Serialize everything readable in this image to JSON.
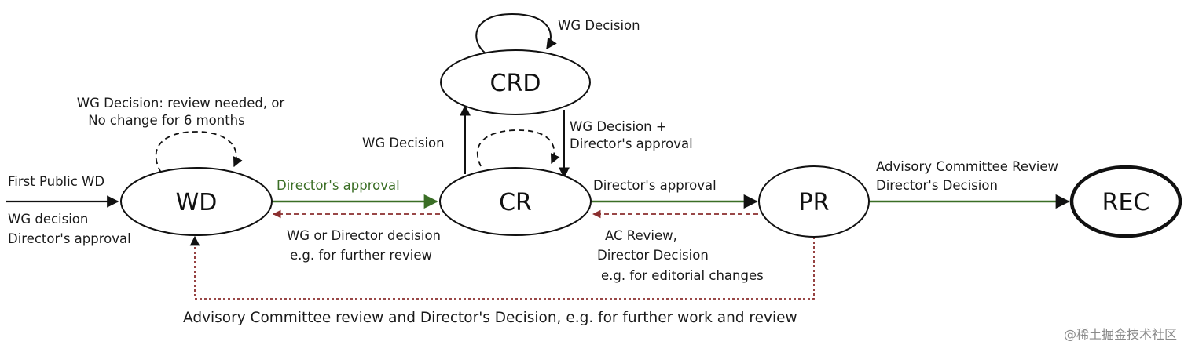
{
  "nodes": {
    "wd": "WD",
    "cr": "CR",
    "crd": "CRD",
    "pr": "PR",
    "rec": "REC"
  },
  "labels": {
    "first_public_wd": "First Public WD",
    "wg_decision_line1": "WG decision",
    "wg_decision_line2": "Director's approval",
    "wd_loop_line1": "WG Decision: review needed, or",
    "wd_loop_line2": "No change for 6 months",
    "wd_to_cr": "Director's approval",
    "cr_to_wd_line1": "WG or Director decision",
    "cr_to_wd_line2": "e.g. for further review",
    "crd_loop": "WG Decision",
    "cr_to_crd": "WG Decision",
    "crd_to_cr_line1": "WG Decision +",
    "crd_to_cr_line2": "Director's approval",
    "cr_to_pr": "Director's approval",
    "pr_to_cr_line1": "AC Review,",
    "pr_to_cr_line2": "Director Decision",
    "pr_to_cr_line3": "e.g. for editorial changes",
    "pr_to_rec_line1": "Advisory Committee Review",
    "pr_to_rec_line2": "Director's Decision",
    "pr_to_wd": "Advisory Committee review and Director's Decision, e.g. for further work and review"
  },
  "watermark": "@稀土掘金技术社区",
  "colors": {
    "green": "#3a6e25",
    "dashed_red": "#8b2e2e",
    "black": "#111111"
  }
}
